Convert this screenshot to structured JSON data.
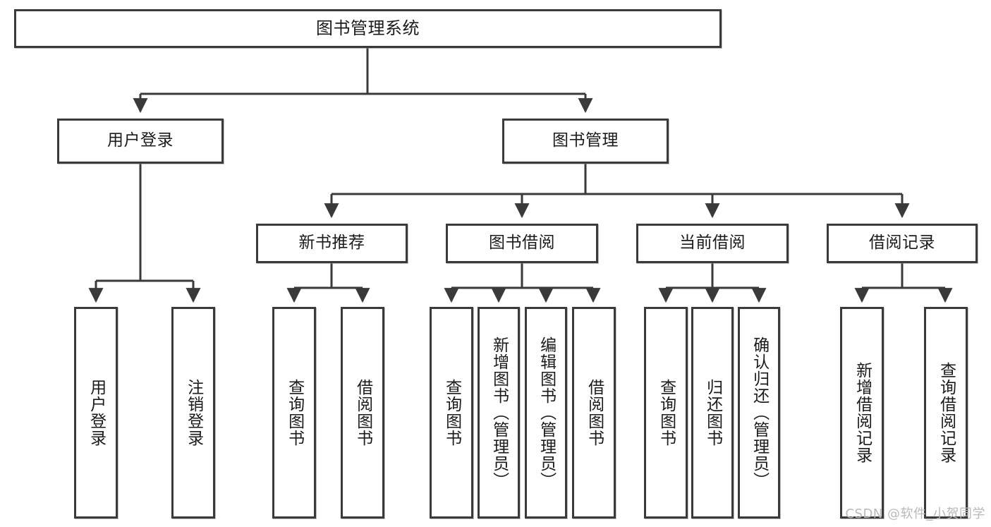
{
  "diagram": {
    "title": "图书管理系统",
    "watermark": "CSDN @软件_小贺同学",
    "line_color": "#3a3a3a",
    "box_fill": "#ffffff",
    "text_color": "#1b1b1b"
  },
  "nodes": {
    "root": {
      "label": "图书管理系统"
    },
    "level2": [
      {
        "label": "用户登录"
      },
      {
        "label": "图书管理"
      }
    ],
    "level3": [
      {
        "label": "新书推荐"
      },
      {
        "label": "图书借阅"
      },
      {
        "label": "当前借阅"
      },
      {
        "label": "借阅记录"
      }
    ],
    "leaves_user_login": [
      {
        "label": "用户登录"
      },
      {
        "label": "注销登录"
      }
    ],
    "leaves_new_book": [
      {
        "label": "查询图书"
      },
      {
        "label": "借阅图书"
      }
    ],
    "leaves_borrow": [
      {
        "label": "查询图书"
      },
      {
        "label": "新增图书（管理员）"
      },
      {
        "label": "编辑图书（管理员）"
      },
      {
        "label": "借阅图书"
      }
    ],
    "leaves_current": [
      {
        "label": "查询图书"
      },
      {
        "label": "归还图书"
      },
      {
        "label": "确认归还（管理员）"
      }
    ],
    "leaves_record": [
      {
        "label": "新增借阅记录"
      },
      {
        "label": "查询借阅记录"
      }
    ]
  }
}
